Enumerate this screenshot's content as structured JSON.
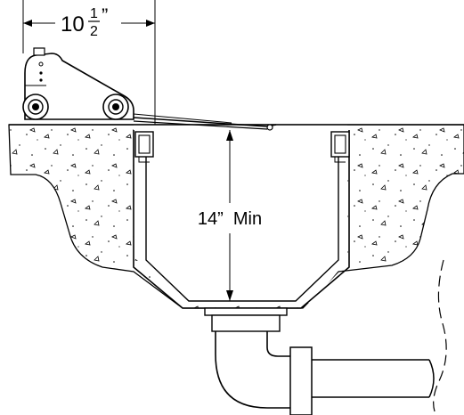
{
  "dimensions": {
    "width_whole": "10",
    "width_frac_num": "1",
    "width_frac_den": "2",
    "inch_mark": "”",
    "depth_label": "14”  Min"
  }
}
